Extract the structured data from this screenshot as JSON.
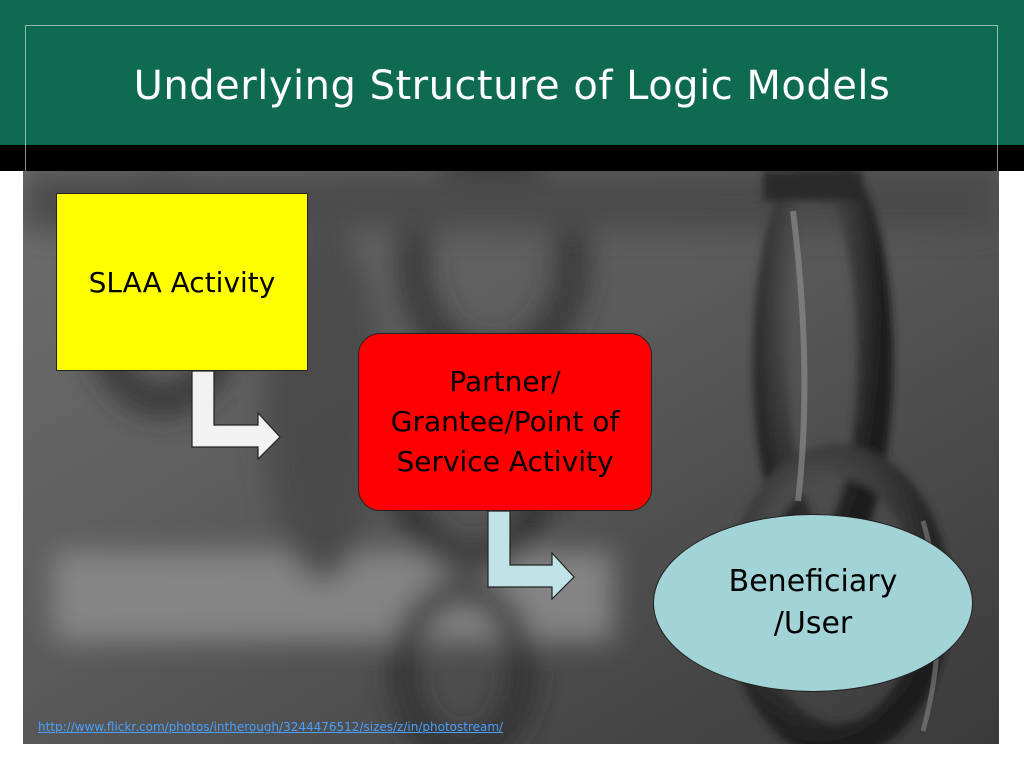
{
  "slide": {
    "title": "Underlying Structure of Logic Models",
    "source_link": "http://www.flickr.com/photos/intherough/3244476512/sizes/z/in/photostream/"
  },
  "diagram": {
    "boxes": [
      {
        "id": "slaa",
        "label": "SLAA Activity",
        "shape": "rectangle",
        "fill": "#ffff00"
      },
      {
        "id": "partner",
        "label": "Partner/ Grantee/Point of Service Activity",
        "shape": "rounded-rectangle",
        "fill": "#ff0000"
      },
      {
        "id": "beneficiary",
        "label": "Beneficiary /User",
        "shape": "ellipse",
        "fill": "#a2d3d6"
      }
    ],
    "arrows": [
      {
        "from": "slaa",
        "to": "partner",
        "style": "bent-down-right",
        "fill": "#f2f2f2"
      },
      {
        "from": "partner",
        "to": "beneficiary",
        "style": "bent-down-right",
        "fill": "#bfe3e6"
      }
    ]
  },
  "colors": {
    "header": "#0f6b4f",
    "header_rule": "#000000",
    "title_text": "#ffffff",
    "link": "#4aa0ff"
  }
}
